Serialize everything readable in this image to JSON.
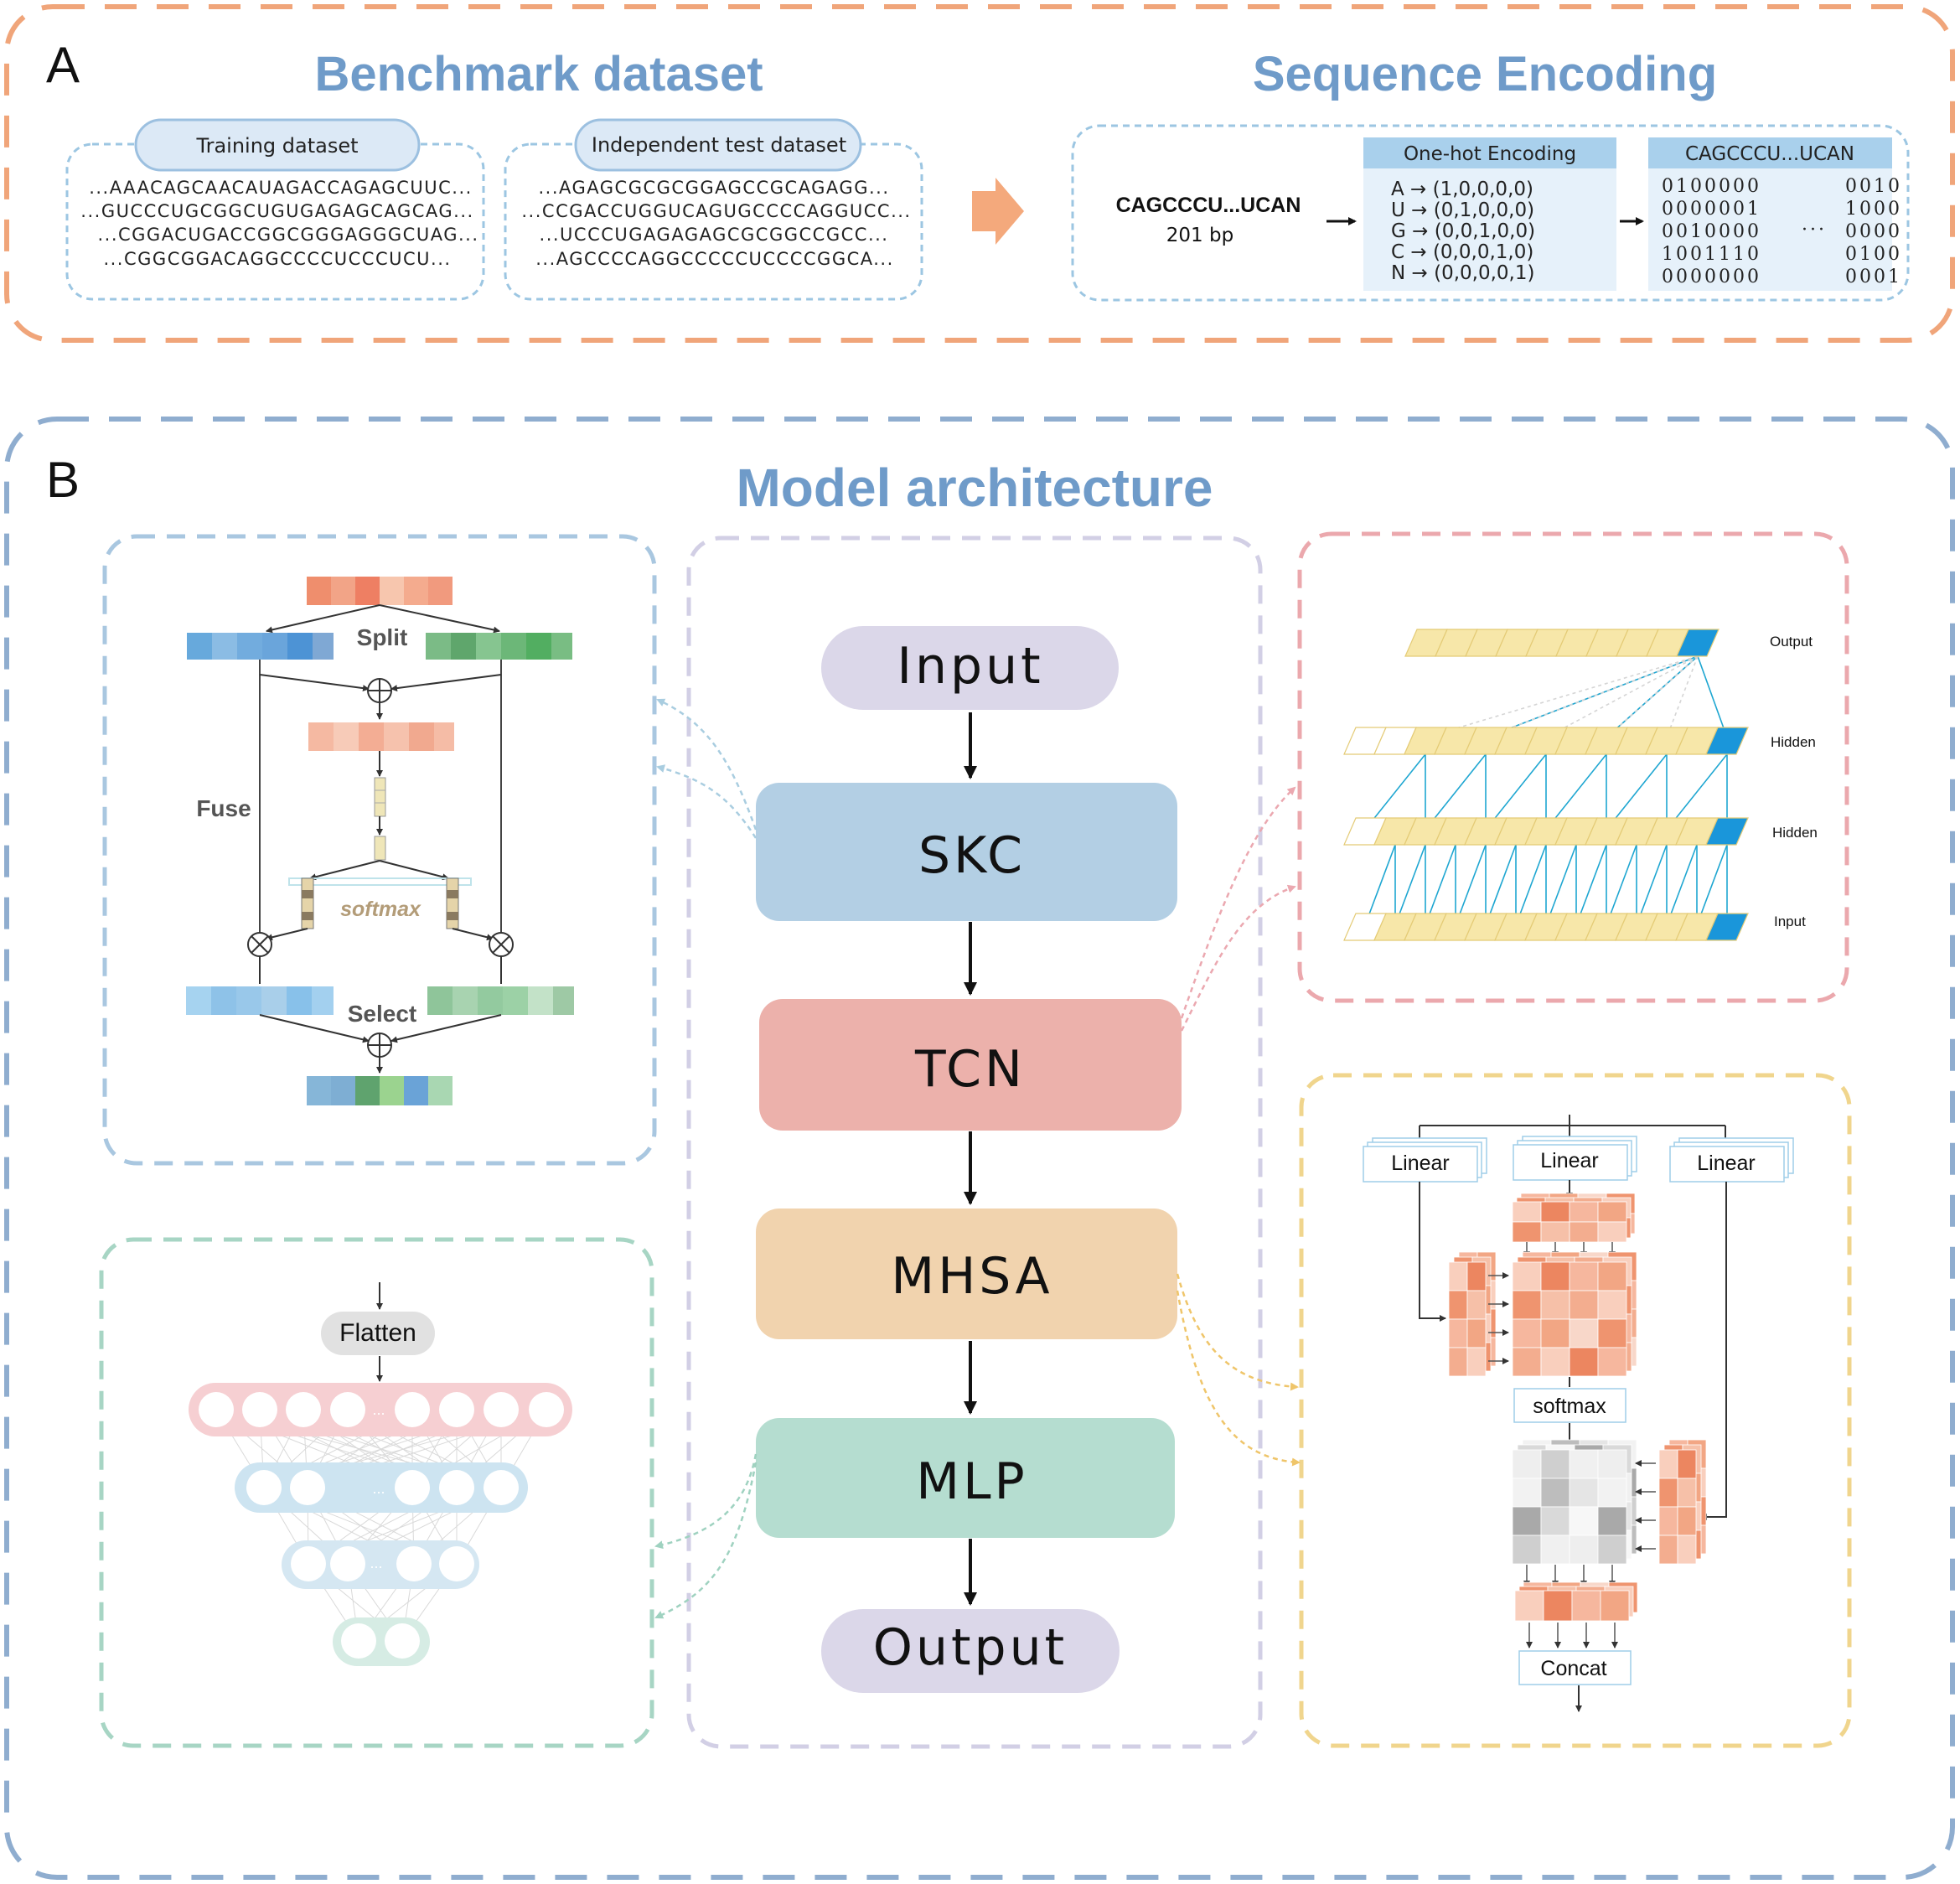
{
  "panel_a": {
    "letter": "A",
    "benchmark_title": "Benchmark dataset",
    "encoding_title": "Sequence Encoding",
    "training_label": "Training dataset",
    "training_seqs": [
      "...AAACAGCAACAUAGACCAGAGCUUC...",
      "...GUCCCUGCGGCUGUGAGAGCAGCAG...",
      "...CGGACUGACCGGCGGGAGGGCUAG...",
      "...CGGCGGACAGGCCCCUCCCUCU..."
    ],
    "test_label": "Independent test dataset",
    "test_seqs": [
      "...AGAGCGCGCGGAGCCGCAGAGG...",
      "...CCGACCUGGUCAGUGCCCCAGGUCC...",
      "...UCCCUGAGAGAGCGCGGCCGCC...",
      "...AGCCCCAGGCCCCCUCCCCGGCA..."
    ],
    "input_seq": "CAGCCCU...UCAN",
    "input_len": "201 bp",
    "onehot_title": "One-hot Encoding",
    "onehot_rows": [
      "A → (1,0,0,0,0)",
      "U → (0,1,0,0,0)",
      "G → (0,0,1,0,0)",
      "C → (0,0,0,1,0)",
      "N → (0,0,0,0,1)"
    ],
    "matrix_title": "CAGCCCU...UCAN",
    "matrix_left": [
      "0100000",
      "0000001",
      "0010000",
      "1001110",
      "0000000"
    ],
    "matrix_dots": "···",
    "matrix_right": [
      "0010",
      "1000",
      "0000",
      "0100",
      "0001"
    ]
  },
  "panel_b": {
    "letter": "B",
    "title": "Model architecture",
    "flow": {
      "input": "Input",
      "skc": "SKC",
      "tcn": "TCN",
      "mhsa": "MHSA",
      "mlp": "MLP",
      "output": "Output"
    },
    "skc_detail": {
      "split": "Split",
      "fuse": "Fuse",
      "softmax": "softmax",
      "select": "Select"
    },
    "tcn_detail": {
      "output": "Output",
      "hidden1": "Hidden",
      "hidden2": "Hidden",
      "input": "Input"
    },
    "mlp_detail": {
      "flatten": "Flatten",
      "dots": "..."
    },
    "mhsa_detail": {
      "linear1": "Linear",
      "linear2": "Linear",
      "linear3": "Linear",
      "softmax": "softmax",
      "concat": "Concat"
    }
  },
  "colors": {
    "panel_a_border": "#f0a57a",
    "panel_b_border": "#8fadcf",
    "title_blue": "#6f9bc9",
    "input_output": "#dbd7e9",
    "skc": "#b3cfe4",
    "tcn": "#ecb1ab",
    "mhsa": "#f1d3ae",
    "mlp": "#b5ddd0",
    "arrow_orange": "#f4a97c"
  }
}
